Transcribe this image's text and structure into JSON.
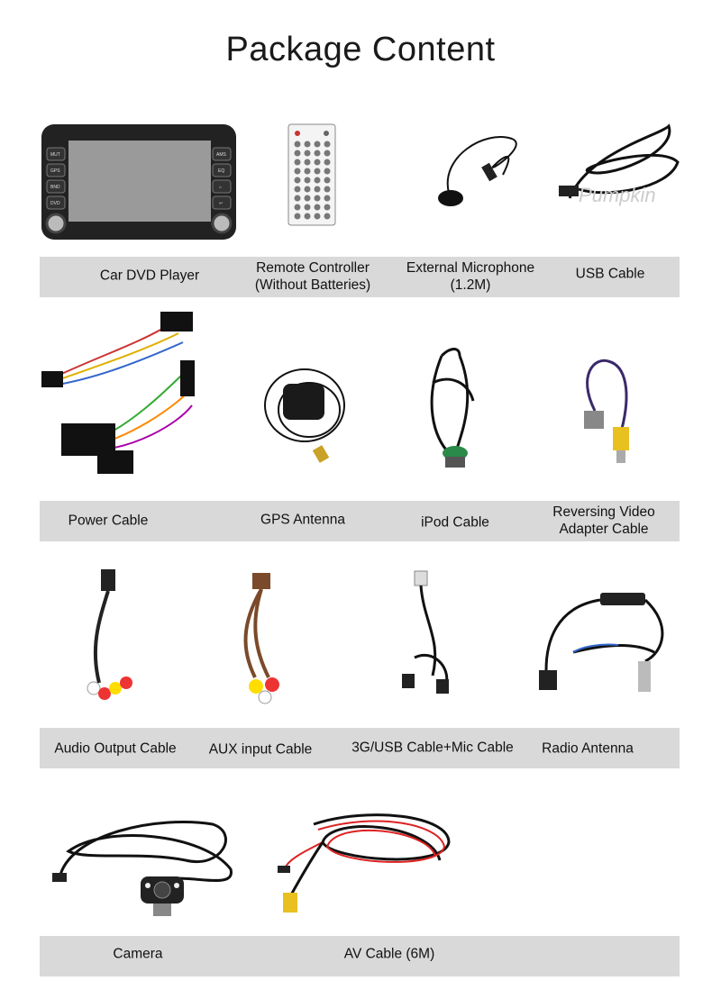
{
  "title": "Package Content",
  "rows": [
    {
      "items": [
        {
          "label": "Car DVD Player"
        },
        {
          "label": "Remote Controller",
          "label2": "(Without Batteries)"
        },
        {
          "label": "External Microphone",
          "label2": "(1.2M)"
        },
        {
          "label": "USB Cable"
        }
      ]
    },
    {
      "items": [
        {
          "label": "Power Cable"
        },
        {
          "label": "GPS Antenna"
        },
        {
          "label": "iPod Cable"
        },
        {
          "label": "Reversing Video",
          "label2": "Adapter Cable"
        }
      ]
    },
    {
      "items": [
        {
          "label": "Audio Output Cable"
        },
        {
          "label": "AUX input Cable"
        },
        {
          "label": "3G/USB Cable+Mic Cable"
        },
        {
          "label": "Radio Antenna"
        }
      ]
    },
    {
      "items": [
        {
          "label": "Camera"
        },
        {
          "label": "AV Cable (6M)"
        }
      ]
    }
  ],
  "dvd_buttons_left": [
    "MUT",
    "GPS",
    "BND",
    "DVD"
  ],
  "dvd_buttons_right": [
    "AMS",
    "EQ",
    "⌂",
    "↩"
  ],
  "watermark": "Pumpkin",
  "colors": {
    "bar": "#d9d9d9",
    "text": "#111111"
  }
}
